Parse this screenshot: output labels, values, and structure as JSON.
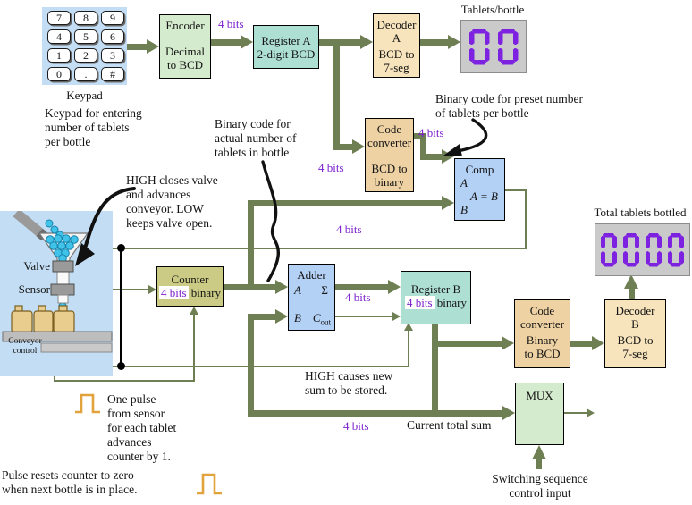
{
  "palette": {
    "wire": "#6f7f54",
    "bus_label_purple": "#7d20cf",
    "segment_purple": "#7d22e0",
    "display_bg": "#cacaca",
    "panel_blue": "#c3def4",
    "pulse_orange": "#e2a23c",
    "encoder_green": "#d5ebcd",
    "register_teal": "#aedfd3",
    "decoder_tan": "#f7e4bd",
    "converter_tan": "#eed2a3",
    "comp_blue": "#b3d0f5",
    "counter_khaki": "#cbcb85"
  },
  "keypad": {
    "label": "Keypad",
    "caption": [
      "Keypad for entering",
      "number of tablets",
      "per bottle"
    ],
    "keys": [
      [
        "7",
        "8",
        "9"
      ],
      [
        "4",
        "5",
        "6"
      ],
      [
        "1",
        "2",
        "3"
      ],
      [
        "0",
        ".",
        "#"
      ]
    ]
  },
  "blocks": {
    "encoder": {
      "title": "Encoder",
      "line1": "Decimal",
      "line2": "to BCD"
    },
    "register_a": {
      "line1": "Register A",
      "line2": "2-digit BCD"
    },
    "decoder_a": {
      "line1": "Decoder",
      "line2": "A",
      "line3": "BCD to",
      "line4": "7-seg"
    },
    "code_converter_1": {
      "line1": "Code",
      "line2": "converter",
      "line3": "BCD to",
      "line4": "binary"
    },
    "comp": {
      "title": "Comp",
      "a": "A",
      "eq": "A = B",
      "b": "B"
    },
    "counter": {
      "title": "Counter",
      "bits": "4 bits",
      "suffix": "binary"
    },
    "adder": {
      "title": "Adder",
      "a": "A",
      "sigma": "Σ",
      "b": "B",
      "cout_main": "C",
      "cout_sub": "out"
    },
    "register_b": {
      "title": "Register B",
      "bits": "4 bits",
      "suffix": "binary"
    },
    "code_converter_2": {
      "line1": "Code",
      "line2": "converter",
      "line3": "Binary",
      "line4": "to BCD"
    },
    "decoder_b": {
      "line1": "Decoder",
      "line2": "B",
      "line3": "BCD to",
      "line4": "7-seg"
    },
    "mux": {
      "title": "MUX"
    }
  },
  "displays": {
    "tablets_per_bottle": {
      "label": "Tablets/bottle",
      "value": "00"
    },
    "total_tablets": {
      "label": "Total tablets bottled",
      "value": "0000"
    }
  },
  "bus": {
    "label": "4 bits"
  },
  "scene": {
    "valve_label": "Valve",
    "sensor_label": "Sensor",
    "conveyor_line1": "Conveyor",
    "conveyor_line2": "control"
  },
  "annotations": {
    "preset_code": [
      "Binary code for preset number",
      "of tablets per bottle"
    ],
    "actual_code": [
      "Binary code for",
      "actual number of",
      "tablets in bottle"
    ],
    "valve_note": [
      "HIGH closes valve",
      "and advances",
      "conveyor. LOW",
      "keeps valve open."
    ],
    "sum_note": [
      "HIGH causes new",
      "sum to be stored."
    ],
    "current_total": "Current total sum",
    "pulse1": [
      "One pulse",
      "from sensor",
      "for each tablet",
      "advances",
      "counter by 1."
    ],
    "pulse2": [
      "Pulse resets counter to zero",
      "when next bottle is in place."
    ],
    "switching": [
      "Switching sequence",
      "control input"
    ]
  }
}
